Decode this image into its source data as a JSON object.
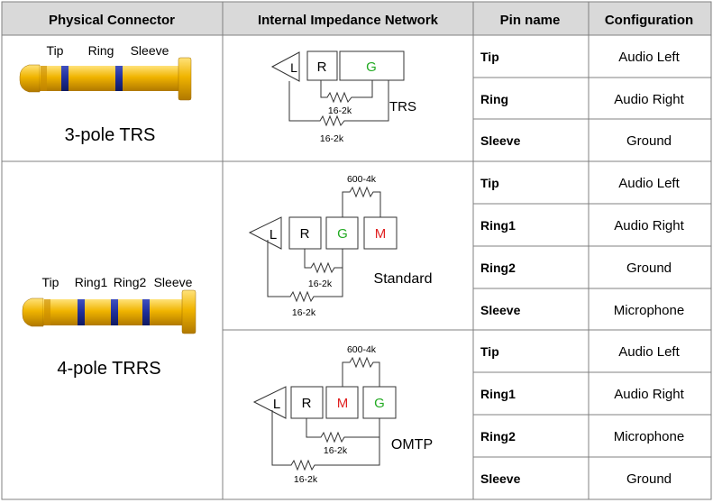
{
  "table": {
    "headers": {
      "connector": "Physical Connector",
      "network": "Internal Impedance Network",
      "pin": "Pin name",
      "config": "Configuration"
    },
    "trs": {
      "plug_labels": [
        "Tip",
        "Ring",
        "Sleeve"
      ],
      "title": "3-pole TRS",
      "network": {
        "boxes": [
          "L",
          "R",
          "G"
        ],
        "r1": "16-2k",
        "r2": "16-2k",
        "label": "TRS"
      },
      "pins": [
        {
          "name": "Tip",
          "config": "Audio Left"
        },
        {
          "name": "Ring",
          "config": "Audio Right"
        },
        {
          "name": "Sleeve",
          "config": "Ground"
        }
      ]
    },
    "trrs": {
      "plug_labels": [
        "Tip",
        "Ring1",
        "Ring2",
        "Sleeve"
      ],
      "title": "4-pole TRRS",
      "standard": {
        "boxes": [
          "L",
          "R",
          "G",
          "M"
        ],
        "r_top": "600-4k",
        "r1": "16-2k",
        "r2": "16-2k",
        "label": "Standard",
        "pins": [
          {
            "name": "Tip",
            "config": "Audio Left"
          },
          {
            "name": "Ring1",
            "config": "Audio Right"
          },
          {
            "name": "Ring2",
            "config": "Ground"
          },
          {
            "name": "Sleeve",
            "config": "Microphone"
          }
        ]
      },
      "omtp": {
        "boxes": [
          "L",
          "R",
          "M",
          "G"
        ],
        "r_top": "600-4k",
        "r1": "16-2k",
        "r2": "16-2k",
        "label": "OMTP",
        "pins": [
          {
            "name": "Tip",
            "config": "Audio Left"
          },
          {
            "name": "Ring1",
            "config": "Audio Right"
          },
          {
            "name": "Ring2",
            "config": "Microphone"
          },
          {
            "name": "Sleeve",
            "config": "Ground"
          }
        ]
      }
    }
  },
  "colors": {
    "header_bg": "#d9d9d9",
    "grid": "#808080",
    "gold": "#f0b400",
    "gold_dark": "#c88a00",
    "gold_light": "#ffd95a",
    "band": "#1e2d9a",
    "green": "#22aa22",
    "red": "#e02020"
  }
}
